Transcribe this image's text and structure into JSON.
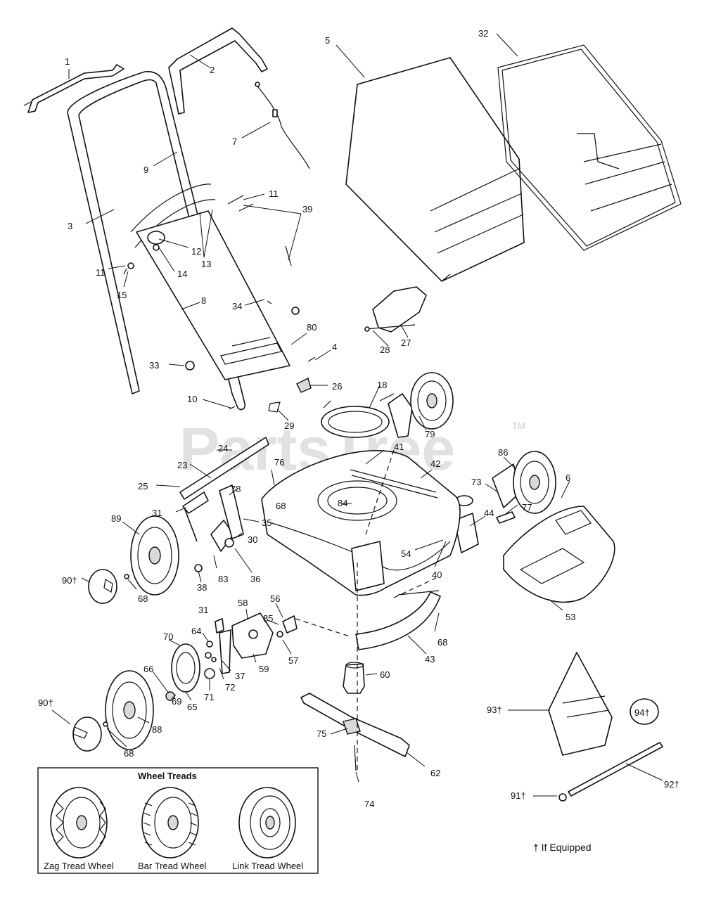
{
  "watermark": {
    "text": "PartsTree",
    "trademark": "TM"
  },
  "legend_box": {
    "title": "Wheel Treads",
    "wheels": [
      "Zag Tread Wheel",
      "Bar Tread Wheel",
      "Link Tread Wheel"
    ]
  },
  "footnote": "† If Equipped",
  "callouts": [
    {
      "id": "c1",
      "text": "1"
    },
    {
      "id": "c2",
      "text": "2"
    },
    {
      "id": "c3",
      "text": "3"
    },
    {
      "id": "c4",
      "text": "4"
    },
    {
      "id": "c5",
      "text": "5"
    },
    {
      "id": "c6",
      "text": "6"
    },
    {
      "id": "c7",
      "text": "7"
    },
    {
      "id": "c8",
      "text": "8"
    },
    {
      "id": "c9",
      "text": "9"
    },
    {
      "id": "c10",
      "text": "10"
    },
    {
      "id": "c11a",
      "text": "11"
    },
    {
      "id": "c11b",
      "text": "11"
    },
    {
      "id": "c12",
      "text": "12"
    },
    {
      "id": "c13",
      "text": "13"
    },
    {
      "id": "c14",
      "text": "14"
    },
    {
      "id": "c15",
      "text": "15"
    },
    {
      "id": "c18",
      "text": "18"
    },
    {
      "id": "c23",
      "text": "23"
    },
    {
      "id": "c24",
      "text": "24"
    },
    {
      "id": "c25",
      "text": "25"
    },
    {
      "id": "c26",
      "text": "26"
    },
    {
      "id": "c27",
      "text": "27"
    },
    {
      "id": "c28",
      "text": "28"
    },
    {
      "id": "c29",
      "text": "29"
    },
    {
      "id": "c30",
      "text": "30"
    },
    {
      "id": "c31a",
      "text": "31"
    },
    {
      "id": "c31b",
      "text": "31"
    },
    {
      "id": "c32",
      "text": "32"
    },
    {
      "id": "c33",
      "text": "33"
    },
    {
      "id": "c34",
      "text": "34"
    },
    {
      "id": "c35",
      "text": "35"
    },
    {
      "id": "c36",
      "text": "36"
    },
    {
      "id": "c37",
      "text": "37"
    },
    {
      "id": "c38",
      "text": "38"
    },
    {
      "id": "c39",
      "text": "39"
    },
    {
      "id": "c40",
      "text": "40"
    },
    {
      "id": "c41",
      "text": "41"
    },
    {
      "id": "c42",
      "text": "42"
    },
    {
      "id": "c43",
      "text": "43"
    },
    {
      "id": "c44",
      "text": "44"
    },
    {
      "id": "c53",
      "text": "53"
    },
    {
      "id": "c54",
      "text": "54"
    },
    {
      "id": "c56",
      "text": "56"
    },
    {
      "id": "c57",
      "text": "57"
    },
    {
      "id": "c58",
      "text": "58"
    },
    {
      "id": "c59",
      "text": "59"
    },
    {
      "id": "c60",
      "text": "60"
    },
    {
      "id": "c62",
      "text": "62"
    },
    {
      "id": "c64",
      "text": "64"
    },
    {
      "id": "c65",
      "text": "65"
    },
    {
      "id": "c66",
      "text": "66"
    },
    {
      "id": "c68a",
      "text": "68"
    },
    {
      "id": "c68b",
      "text": "68"
    },
    {
      "id": "c68c",
      "text": "68"
    },
    {
      "id": "c68d",
      "text": "68"
    },
    {
      "id": "c69",
      "text": "69"
    },
    {
      "id": "c70",
      "text": "70"
    },
    {
      "id": "c71",
      "text": "71"
    },
    {
      "id": "c72",
      "text": "72"
    },
    {
      "id": "c73",
      "text": "73"
    },
    {
      "id": "c74",
      "text": "74"
    },
    {
      "id": "c75",
      "text": "75"
    },
    {
      "id": "c76",
      "text": "76"
    },
    {
      "id": "c77",
      "text": "77"
    },
    {
      "id": "c78",
      "text": "78"
    },
    {
      "id": "c79",
      "text": "79"
    },
    {
      "id": "c80",
      "text": "80"
    },
    {
      "id": "c83",
      "text": "83"
    },
    {
      "id": "c84",
      "text": "84"
    },
    {
      "id": "c85",
      "text": "85"
    },
    {
      "id": "c86",
      "text": "86"
    },
    {
      "id": "c88",
      "text": "88"
    },
    {
      "id": "c89",
      "text": "89"
    },
    {
      "id": "c90a",
      "text": "90†"
    },
    {
      "id": "c90b",
      "text": "90†"
    },
    {
      "id": "c91",
      "text": "91†"
    },
    {
      "id": "c92",
      "text": "92†"
    },
    {
      "id": "c93",
      "text": "93†"
    },
    {
      "id": "c94",
      "text": "94†"
    }
  ]
}
